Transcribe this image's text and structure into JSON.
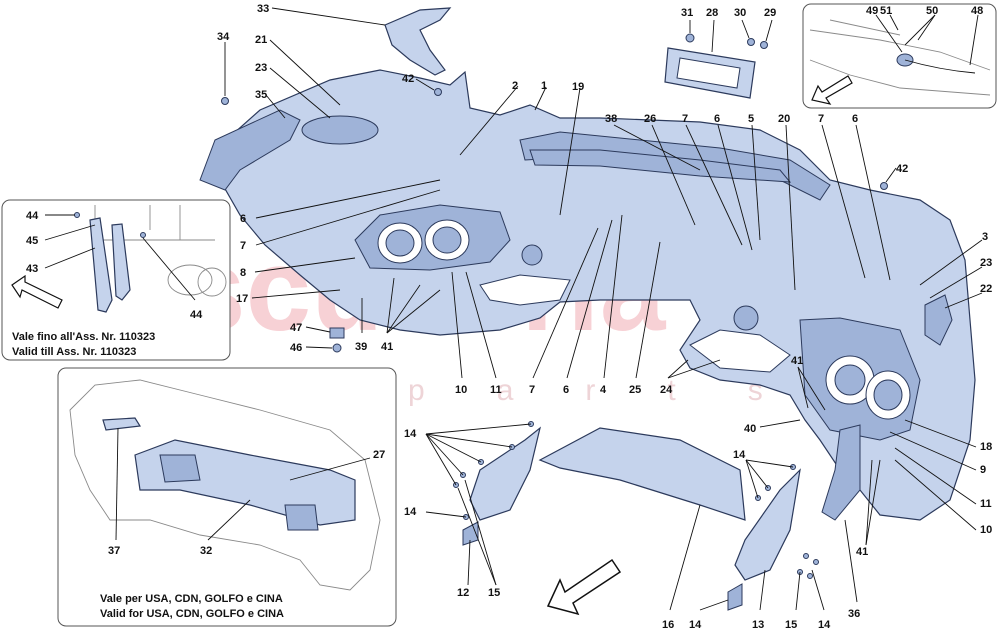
{
  "diagram": {
    "labels": [
      {
        "id": "33",
        "text": "33"
      },
      {
        "id": "34",
        "text": "34"
      },
      {
        "id": "21",
        "text": "21"
      },
      {
        "id": "23a",
        "text": "23"
      },
      {
        "id": "42a",
        "text": "42"
      },
      {
        "id": "35",
        "text": "35"
      },
      {
        "id": "2",
        "text": "2"
      },
      {
        "id": "1",
        "text": "1"
      },
      {
        "id": "19",
        "text": "19"
      },
      {
        "id": "31",
        "text": "31"
      },
      {
        "id": "28",
        "text": "28"
      },
      {
        "id": "30",
        "text": "30"
      },
      {
        "id": "29",
        "text": "29"
      },
      {
        "id": "38",
        "text": "38"
      },
      {
        "id": "26",
        "text": "26"
      },
      {
        "id": "7a",
        "text": "7"
      },
      {
        "id": "6a",
        "text": "6"
      },
      {
        "id": "5",
        "text": "5"
      },
      {
        "id": "20",
        "text": "20"
      },
      {
        "id": "7b",
        "text": "7"
      },
      {
        "id": "6b",
        "text": "6"
      },
      {
        "id": "42b",
        "text": "42"
      },
      {
        "id": "6c",
        "text": "6"
      },
      {
        "id": "7c",
        "text": "7"
      },
      {
        "id": "8",
        "text": "8"
      },
      {
        "id": "17",
        "text": "17"
      },
      {
        "id": "47",
        "text": "47"
      },
      {
        "id": "46",
        "text": "46"
      },
      {
        "id": "39",
        "text": "39"
      },
      {
        "id": "41a",
        "text": "41"
      },
      {
        "id": "10a",
        "text": "10"
      },
      {
        "id": "11a",
        "text": "11"
      },
      {
        "id": "7d",
        "text": "7"
      },
      {
        "id": "6d",
        "text": "6"
      },
      {
        "id": "4",
        "text": "4"
      },
      {
        "id": "25",
        "text": "25"
      },
      {
        "id": "24",
        "text": "24"
      },
      {
        "id": "3",
        "text": "3"
      },
      {
        "id": "23b",
        "text": "23"
      },
      {
        "id": "22",
        "text": "22"
      },
      {
        "id": "41b",
        "text": "41"
      },
      {
        "id": "40",
        "text": "40"
      },
      {
        "id": "18",
        "text": "18"
      },
      {
        "id": "9",
        "text": "9"
      },
      {
        "id": "11b",
        "text": "11"
      },
      {
        "id": "10b",
        "text": "10"
      },
      {
        "id": "41c",
        "text": "41"
      },
      {
        "id": "36",
        "text": "36"
      },
      {
        "id": "14a",
        "text": "14"
      },
      {
        "id": "14b",
        "text": "14"
      },
      {
        "id": "12",
        "text": "12"
      },
      {
        "id": "15a",
        "text": "15"
      },
      {
        "id": "16",
        "text": "16"
      },
      {
        "id": "14c",
        "text": "14"
      },
      {
        "id": "14d",
        "text": "14"
      },
      {
        "id": "13",
        "text": "13"
      },
      {
        "id": "15b",
        "text": "15"
      },
      {
        "id": "14e",
        "text": "14"
      },
      {
        "id": "27",
        "text": "27"
      },
      {
        "id": "37",
        "text": "37"
      },
      {
        "id": "32",
        "text": "32"
      },
      {
        "id": "49",
        "text": "49"
      },
      {
        "id": "51",
        "text": "51"
      },
      {
        "id": "50",
        "text": "50"
      },
      {
        "id": "48",
        "text": "48"
      },
      {
        "id": "44a",
        "text": "44"
      },
      {
        "id": "45",
        "text": "45"
      },
      {
        "id": "43",
        "text": "43"
      },
      {
        "id": "44b",
        "text": "44"
      }
    ],
    "insets": {
      "left": {
        "line1": "Vale fino all'Ass. Nr. 110323",
        "line2": "Valid till Ass. Nr. 110323"
      },
      "bottom": {
        "line1": "Vale per USA, CDN, GOLFO e CINA",
        "line2": "Valid for USA, CDN, GOLFO e CINA"
      }
    },
    "watermark": {
      "line1": "scuderia",
      "line2": "car parts"
    },
    "colors": {
      "part_fill": "#c5d3ec",
      "part_stroke": "#2c3a5c",
      "watermark": "#e77b86"
    }
  }
}
